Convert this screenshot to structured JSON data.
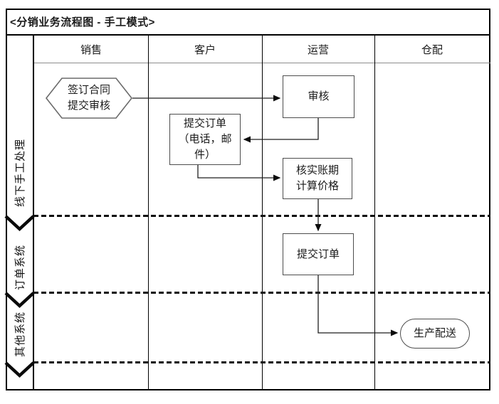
{
  "title": "<分销业务流程图 - 手工模式>",
  "lanes": {
    "columns": [
      {
        "label": "销售"
      },
      {
        "label": "客户"
      },
      {
        "label": "运营"
      },
      {
        "label": "仓配"
      }
    ],
    "rows": [
      {
        "label": "线下手工处理"
      },
      {
        "label": "订单系统"
      },
      {
        "label": "其他系统"
      }
    ]
  },
  "nodes": {
    "sign_contract": {
      "label": "签订合同\n提交审核",
      "shape": "hexagon",
      "column": "销售",
      "row": "线下手工处理"
    },
    "review": {
      "label": "审核",
      "shape": "process",
      "column": "运营",
      "row": "线下手工处理"
    },
    "submit_order_manual": {
      "label": "提交订单\n（电话，邮\n件）",
      "shape": "process",
      "column": "客户",
      "row": "线下手工处理"
    },
    "verify_terms": {
      "label": "核实账期\n计算价格",
      "shape": "process",
      "column": "运营",
      "row": "线下手工处理"
    },
    "submit_order_system": {
      "label": "提交订单",
      "shape": "process",
      "column": "运营",
      "row": "订单系统"
    },
    "production_delivery": {
      "label": "生产配送",
      "shape": "terminator",
      "column": "仓配",
      "row": "其他系统"
    }
  },
  "edges": [
    {
      "from": "sign_contract",
      "to": "review"
    },
    {
      "from": "review",
      "to": "submit_order_manual"
    },
    {
      "from": "submit_order_manual",
      "to": "verify_terms"
    },
    {
      "from": "verify_terms",
      "to": "submit_order_system"
    },
    {
      "from": "submit_order_system",
      "to": "production_delivery"
    }
  ],
  "colors": {
    "frame_border": "#000000",
    "shape_border": "#4d4d4d",
    "dashed_line": "#0d0d0d",
    "background": "#ffffff",
    "text": "#1a1a1a"
  }
}
